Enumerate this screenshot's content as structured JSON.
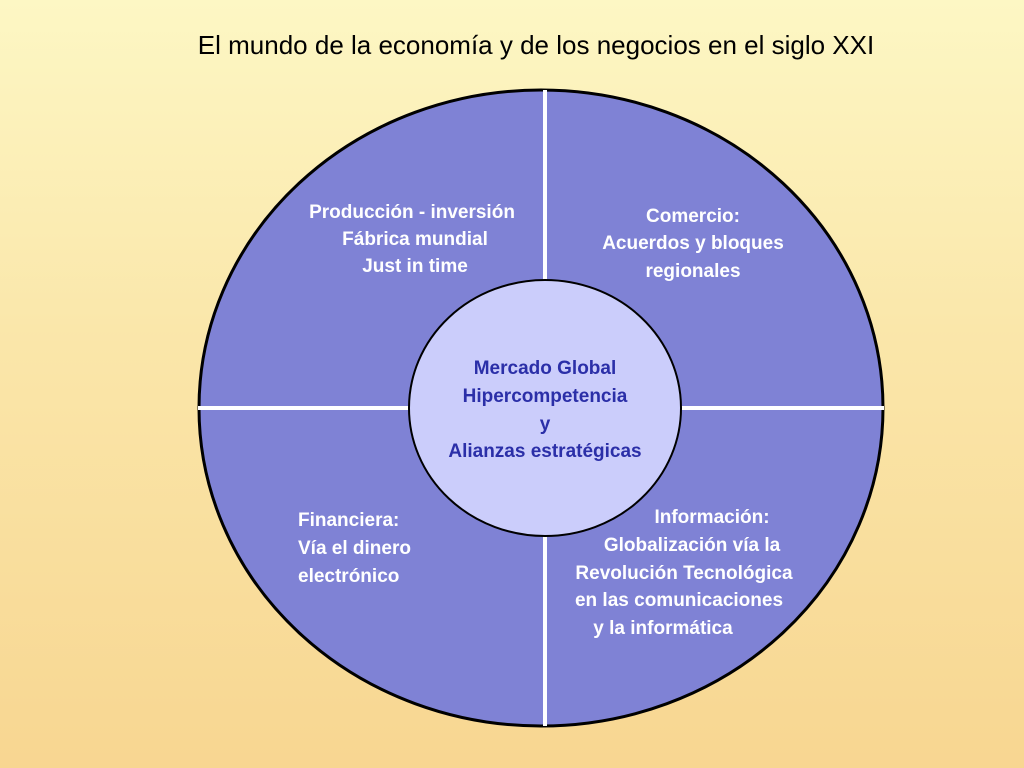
{
  "slide": {
    "title": "El mundo de la economía y de los negocios en el siglo XXI"
  },
  "colors": {
    "quadrant_fill": "#7f82d5",
    "center_fill": "#cbcdfb",
    "outline": "#000000",
    "divider": "#ffffff",
    "quadrant_text": "#ffffff",
    "center_text": "#2b2fa8"
  },
  "diagram": {
    "quadrants": {
      "top_left": {
        "lines": [
          "Producción - inversión",
          "Fábrica mundial",
          "Just in time"
        ]
      },
      "top_right": {
        "lines": [
          "Comercio:",
          "Acuerdos y bloques",
          "regionales"
        ]
      },
      "bottom_left": {
        "lines": [
          "Financiera:",
          "Vía el dinero",
          "electrónico"
        ]
      },
      "bottom_right": {
        "lines": [
          "Información:",
          "Globalización vía la",
          "Revolución Tecnológica",
          "en las comunicaciones",
          "y la informática"
        ]
      }
    },
    "center": {
      "lines": [
        "Mercado Global",
        "Hipercompetencia",
        "y",
        "Alianzas estratégicas"
      ]
    }
  }
}
